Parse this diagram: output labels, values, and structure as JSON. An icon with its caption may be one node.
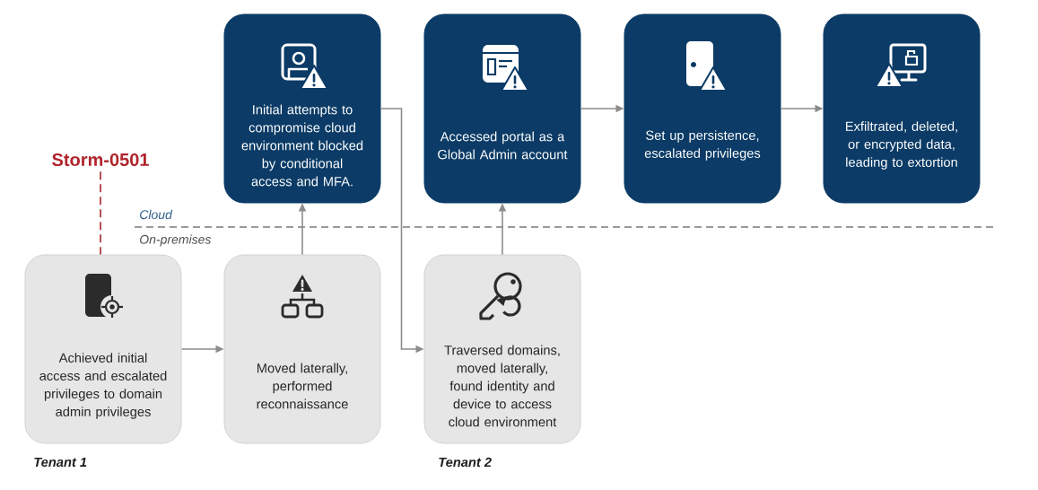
{
  "diagram": {
    "nodes": [
      {
        "text": [
          "Initial attempts to compromise cloud environment blocked by conditional access and MFA."
        ]
      },
      {
        "text": [
          "Accessed portal as a Global Admin account"
        ]
      },
      {
        "text": [
          "Set up persistence, escalated privileges"
        ]
      },
      {
        "text": [
          "Exfiltrated, deleted, or encrypted data, leading to extortion"
        ]
      },
      {
        "text": [
          "Storm-0501"
        ]
      },
      {
        "text": [
          "Achieved initial access and escalated privileges to domain admin privileges"
        ]
      },
      {
        "text": [
          "Moved laterally, performed reconnaissance"
        ]
      },
      {
        "text": [
          "Traversed domains, moved laterally, found identity and device to access cloud environment"
        ]
      }
    ],
    "edges": [
      {
        "from": 4,
        "to": 5,
        "arrow": "none",
        "style": "dashed",
        "color": "#a4262c"
      },
      {
        "from": 5,
        "to": 6,
        "arrow": "to"
      },
      {
        "from": 6,
        "to": 0,
        "arrow": "to"
      },
      {
        "from": 0,
        "to": 7,
        "arrow": "to"
      },
      {
        "from": 7,
        "to": 1,
        "arrow": "to"
      },
      {
        "from": 1,
        "to": 2,
        "arrow": "to"
      },
      {
        "from": 2,
        "to": 3,
        "arrow": "to"
      }
    ],
    "labels": [
      "Cloud",
      "On-premises",
      "Tenant 1",
      "Tenant 2"
    ]
  }
}
